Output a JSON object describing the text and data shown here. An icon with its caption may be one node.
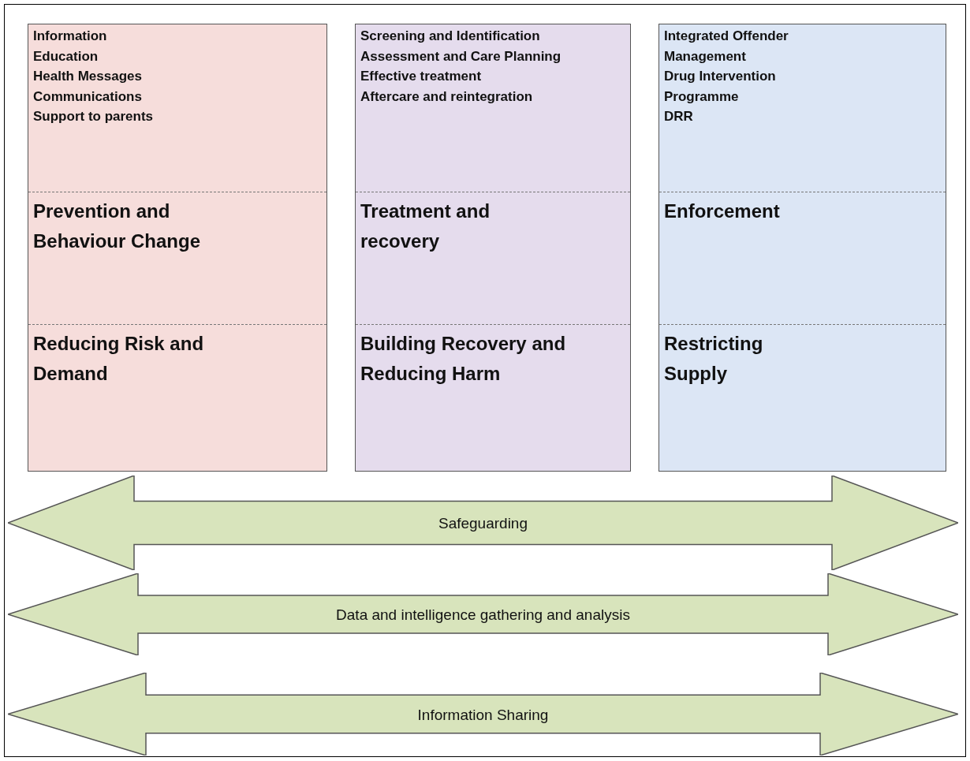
{
  "diagram": {
    "nodes": [
      {
        "text": [
          "Information",
          "Education",
          "Health Messages",
          "Communications",
          "Support to parents",
          "Prevention and Behaviour Change",
          "Reducing Risk and Demand"
        ]
      },
      {
        "text": [
          "Screening and Identification",
          "Assessment and Care Planning",
          "Effective treatment",
          "Aftercare and reintegration",
          "Treatment and recovery",
          "Building Recovery and Reducing Harm"
        ]
      },
      {
        "text": [
          "Integrated Offender Management",
          "Drug Intervention Programme",
          "DRR",
          "Enforcement",
          "Restricting Supply"
        ]
      },
      {
        "text": [
          "Safeguarding"
        ]
      },
      {
        "text": [
          "Data and intelligence gathering and analysis"
        ]
      },
      {
        "text": [
          "Information Sharing"
        ]
      }
    ],
    "edges": []
  }
}
